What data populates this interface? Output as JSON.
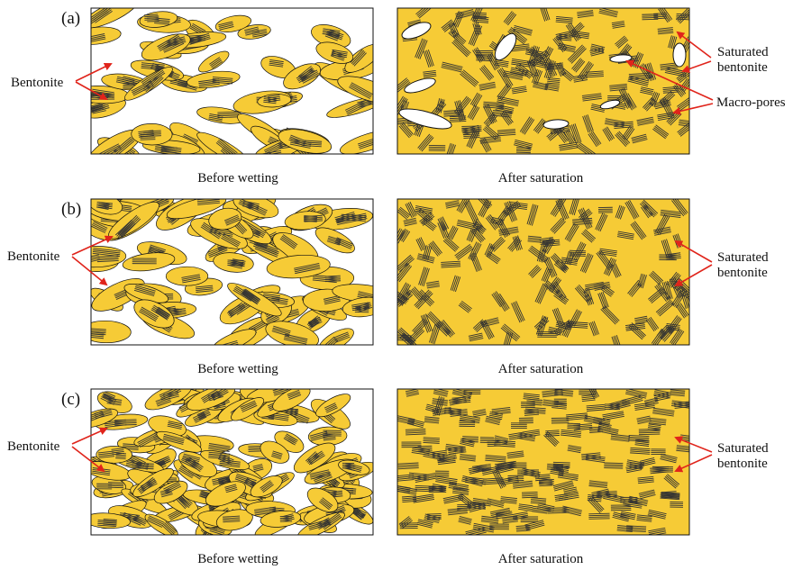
{
  "colors": {
    "bentonite": "#F6CB36",
    "stack_lines": "#333333",
    "pore": "#ffffff",
    "arrow": "#E0241B",
    "outline": "#111111"
  },
  "rows": [
    {
      "label": "(a)",
      "left_annotation": "Bentonite",
      "before_caption": "Before wetting",
      "after_caption": "After saturation",
      "right_annotations": [
        "Saturated bentonite",
        "Macro-pores"
      ],
      "aggregate_density": "low",
      "macro_pores_present": true
    },
    {
      "label": "(b)",
      "left_annotation": "Bentonite",
      "before_caption": "Before wetting",
      "after_caption": "After saturation",
      "right_annotations": [
        "Saturated bentonite"
      ],
      "aggregate_density": "medium",
      "macro_pores_present": false
    },
    {
      "label": "(c)",
      "left_annotation": "Bentonite",
      "before_caption": "Before wetting",
      "after_caption": "After saturation",
      "right_annotations": [
        "Saturated bentonite"
      ],
      "aggregate_density": "high",
      "macro_pores_present": false
    }
  ]
}
